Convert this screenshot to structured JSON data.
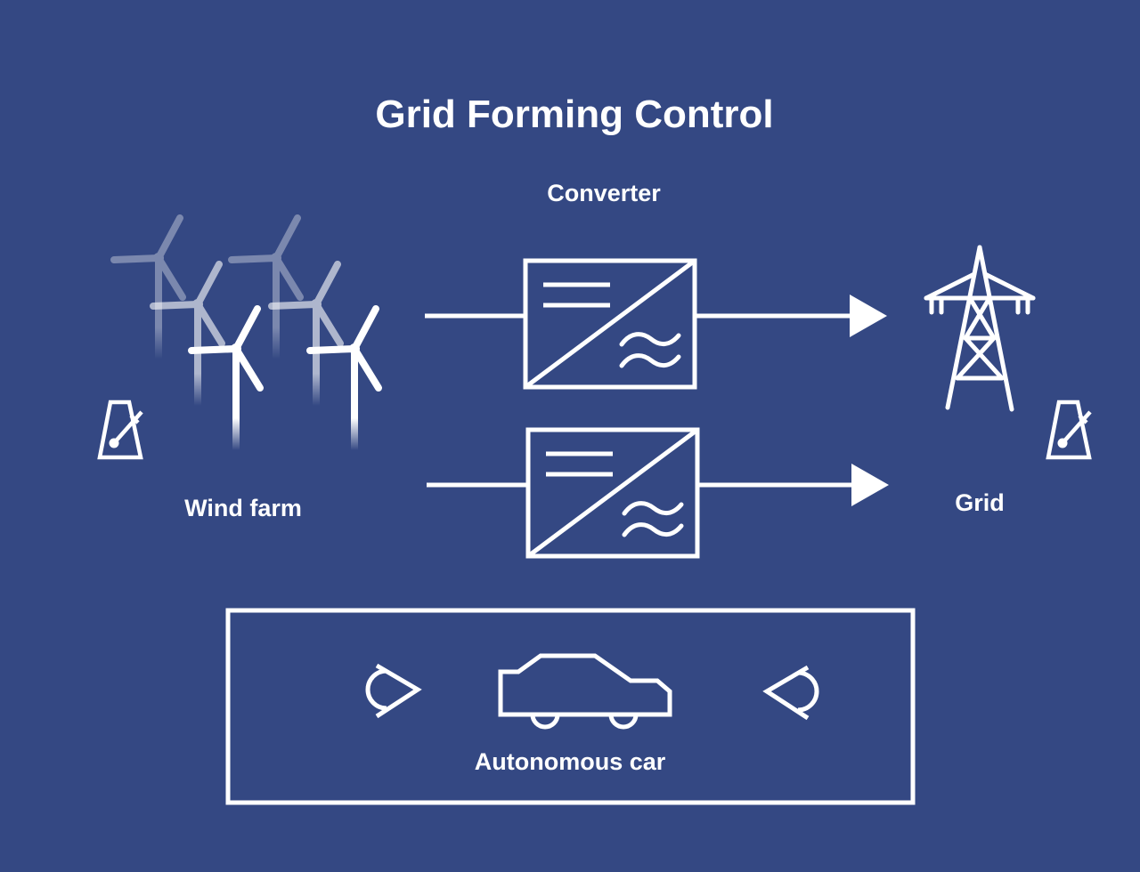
{
  "title": "Grid Forming Control",
  "labels": {
    "converter": "Converter",
    "wind_farm": "Wind farm",
    "grid": "Grid",
    "autonomous_car": "Autonomous car"
  },
  "colors": {
    "background": "#344883",
    "foreground": "#ffffff"
  },
  "icons": {
    "wind_turbines": "wind-turbine-icon",
    "converter": "ac-dc-converter-icon",
    "grid": "transmission-tower-icon",
    "metronome": "metronome-icon",
    "car": "car-icon",
    "eye": "eye-icon",
    "arrow": "arrow-right-icon"
  }
}
